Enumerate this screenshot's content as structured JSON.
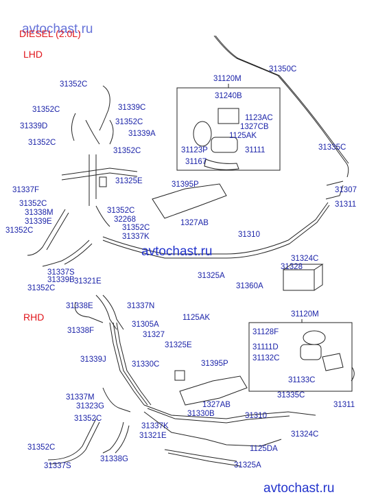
{
  "header": {
    "variant": "DIESEL (2.0L)",
    "section_lhd": "LHD",
    "section_rhd": "RHD"
  },
  "watermarks": {
    "top": "avtochast.ru",
    "middle": "avtochast.ru",
    "bottom": "avtochast.ru"
  },
  "labels": [
    "31352C",
    "31352C",
    "31339C",
    "31339D",
    "31352C",
    "31352C",
    "31339A",
    "31352C",
    "31325E",
    "31337F",
    "31352C",
    "31338M",
    "31339E",
    "31352C",
    "31352C",
    "32268",
    "31352C",
    "31337K",
    "31321E",
    "31337S",
    "31339B",
    "31352C",
    "31120M",
    "31240B",
    "1123AC",
    "1327CB",
    "1125AK",
    "31123P",
    "31111",
    "31167",
    "31350C",
    "31335C",
    "31307",
    "31311",
    "31395P",
    "1327AB",
    "31310",
    "31325A",
    "31324C",
    "31328",
    "31360A",
    "31338E",
    "31337N",
    "31338F",
    "31305A",
    "31327",
    "1125AK",
    "31325E",
    "31339J",
    "31330C",
    "31395P",
    "31120M",
    "31128F",
    "31111D",
    "31132C",
    "31133C",
    "31335C",
    "31311",
    "31337M",
    "31323G",
    "31352C",
    "31337K",
    "31330B",
    "1327AB",
    "31310",
    "31321E",
    "31324C",
    "31352C",
    "31337S",
    "31338G",
    "1125DA",
    "31325A"
  ],
  "colors": {
    "part_label": "#1a22a8",
    "section": "#e0141a",
    "watermark": "#2233cc",
    "line": "#222222"
  }
}
